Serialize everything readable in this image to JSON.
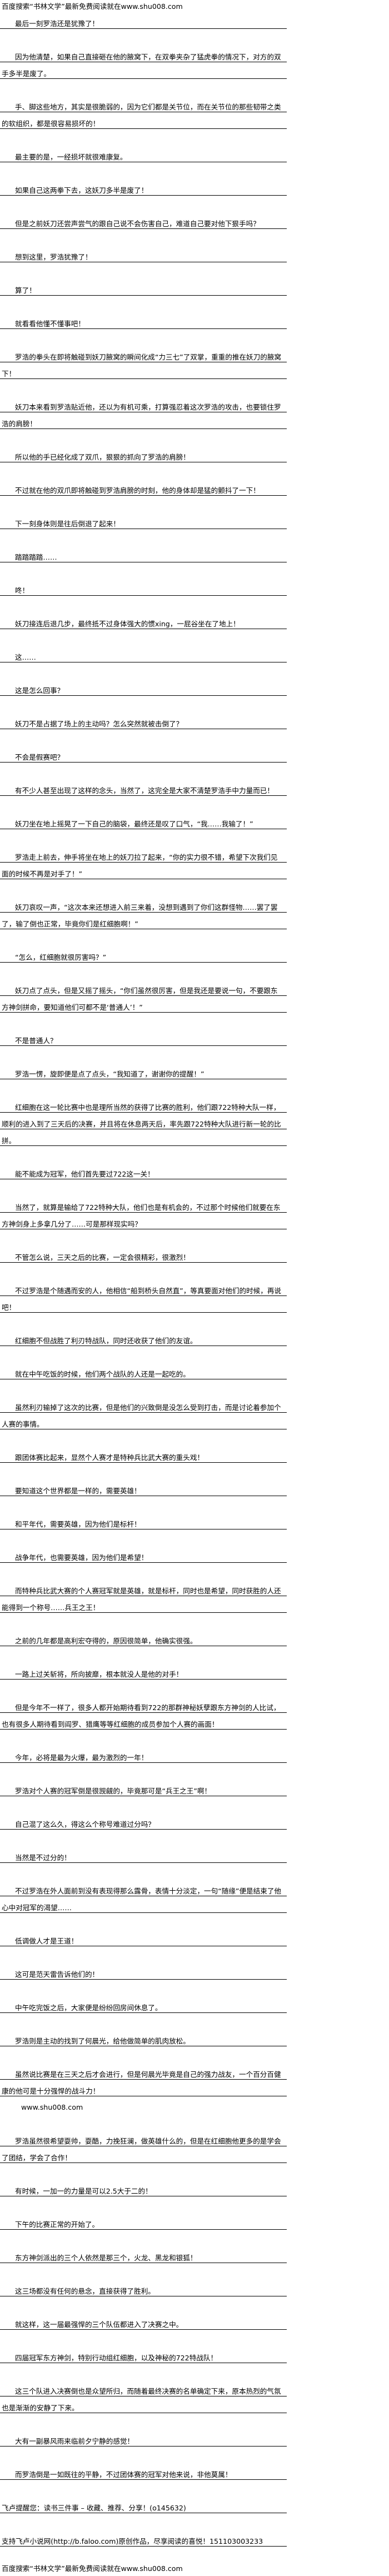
{
  "header": {
    "banner_top": "百度搜索“书林文学”最新免费阅读就在www.shu008.com",
    "banner_bottom": "百度搜索“书林文学”最新免费阅读就在www.shu008.com"
  },
  "chapter": {
    "paragraphs": [
      "最后一刻罗浩还是犹豫了！",
      "因为他清楚，如果自己直接砸在他的腋窝下，在双拳夹杂了猛虎拳的情况下，对方的双手多半是废了。",
      "手、脚这些地方，其实是很脆弱的，因为它们都是关节位，而在关节位的那些韧带之类的软组织，都是很容易损坏的！",
      "最主要的是，一经损坏就很难康复。",
      "如果自己这两拳下去，这妖刀多半是废了！",
      "但是之前妖刀还尝声尝气的跟自己说不会伤害自己，难道自己要对他下狠手吗？",
      "想到这里，罗浩犹豫了！",
      "算了！",
      "就看看他懂不懂事吧！",
      "罗浩的拳头在即将触碰到妖刀腋窝的瞬间化成“力三七”了双掌，重重的推在妖刀的腋窝下！",
      "妖刀本来看到罗浩贴近他，还以为有机可乘，打算强忍着这次罗浩的攻击，也要锁住罗浩的肩膀！",
      "所以他的手已经化成了双爪，狠狠的抓向了罗浩的肩膀！",
      "不过就在他的双爪即将触碰到罗浩肩膀的时刻，他的身体却是猛的颤抖了一下！",
      "下一刻身体则是往后倒退了起来！",
      "踏踏踏踏……",
      "咚！",
      "妖刀接连后退几步，最终抵不过身体强大的惯xing，一屁谷坐在了地上！",
      "这……",
      "这是怎么回事？",
      "妖刀不是占据了场上的主动吗？怎么突然就被击倒了？",
      "不会是假赛吧？",
      "有不少人甚至出现了这样的念头，当然了，这完全是大家不清楚罗浩手中力量而已！",
      "妖刀坐在地上摇晃了一下自己的脑袋，最终还是叹了口气，“我……我输了！”",
      "罗浩走上前去，伸手将坐在地上的妖刀拉了起来，“你的实力很不错，希望下次我们见面的时候不再是对手了！”",
      "妖刀哀叹一声，“这次本来还想进入前三来着，没想到遇到了你们这群怪物……罢了罢了，输了倒也正常，毕竟你们是红细胞啊！”",
      "“怎么，红细胞就很厉害吗？”",
      "妖刀点了点头，但是又摇了摇头，“你们虽然很厉害，但是我还是要说一句，不要跟东方神剑拼命，要知道他们可都不是‘普通人’！”",
      "不是普通人？",
      "罗浩一愣，旋即便是点了点头，“我知道了，谢谢你的提醒！”",
      "红细胞在这一轮比赛中也是理所当然的获得了比赛的胜利，他们跟722特种大队一样，顺利的进入到了三天后的决赛，并且将在休息两天后，率先跟722特种大队进行新一轮的比拼。",
      "能不能成为冠军，他们首先要过722这一关！",
      "当然了，就算是输给了722特种大队，他们也是有机会的，不过那个时候他们就要在东方神剑身上多拿几分了……可是那样现实吗？",
      "不管怎么说，三天之后的比赛，一定会很精彩，很激烈！",
      "不过罗浩是个随遇而安的人，他相信“船到桥头自然直”，等真要面对他们的时候，再说吧！",
      "红细胞不但战胜了利刃特战队，同时还收获了他们的友谊。",
      "就在中午吃饭的时候，他们两个战队的人还是一起吃的。",
      "虽然利刃输掉了这次的比赛，但是他们的兴致倒是没怎么受到打击，而是讨论着参加个人赛的事情。",
      "跟团体赛比起来，显然个人赛才是特种兵比武大赛的重头戏！",
      "要知道这个世界都是一样的，需要英雄！",
      "和平年代，需要英雄，因为他们是标杆！",
      "战争年代，也需要英雄，因为他们是希望！",
      "而特种兵比武大赛的个人赛冠军就是英雄，就是标杆，同时也是希望，同时获胜的人还能得到一个称号……兵王之王！",
      "之前的几年都是高利宏夺得的，原因很简单，他确实很强。",
      "一路上过关斩将，所向披靡，根本就没人是他的对手！",
      "但是今年不一样了，很多人都开始期待看到722的那群神秘妖孽跟东方神剑的人比试，也有很多人期待看到阎罗、猎鹰等等红细胞的成员参加个人赛的画面！",
      "今年，必将是最为火爆，最为激烈的一年！",
      "罗浩对个人赛的冠军倒是很觊觎的，毕竟那可是“兵王之王”啊！",
      "自己混了这么久，得这么个称号难道过分吗？",
      "当然是不过分的！",
      "不过罗浩在外人面前到没有表现得那么露骨，表情十分淡定，一句“随缘”便是结束了他心中对冠军的渴望……",
      "低调做人才是王道！",
      "这可是范天雷告诉他们的！",
      "中午吃完饭之后，大家便是纷纷回房间休息了。",
      "罗浩则是主动的找到了何晨光，给他做简单的肌肉放松。",
      "虽然说比赛是在三天之后才会进行，但是何晨光毕竟是自己的强力战友，一个百分百健康的他可是十分强悍的战斗力！",
      "罗浩虽然很希望耍帅，耍酷，力挽狂澜，做英雄什么的，但是在红细胞他更多的是学会了团结，学会了合作！",
      "有时候，一加一的力量是可以2.5大于二的！",
      "下午的比赛正常的开始了。",
      "东方神剑派出的三个人依然是那三个，火龙、黑龙和银狐！",
      "这三场都没有任何的悬念，直接获得了胜利。",
      "就这样，这一届最强悍的三个队伍都进入了决赛之中。",
      "四届冠军东方神剑，特别行动组红细胞，以及神秘的722特战队！",
      "这三个队进入决赛倒也是众望所归，而随着最终决赛的名单确定下来，原本热烈的气氛也是渐渐的安静了下来。",
      "大有一副暴风雨来临前夕宁静的感觉！",
      "而罗浩倒是一如既往的平静，不过团体赛的冠军对他来说，非他莫属！"
    ],
    "inline_watermark": "www.shu008.com"
  },
  "footer": {
    "reminder": "飞卢提醒您：读书三件事 – 收藏、推荐、分享！(o145632)",
    "support": "支持飞卢小说网(http://b.faloo.com)原创作品，尽享阅读的喜悦！151103003233"
  }
}
